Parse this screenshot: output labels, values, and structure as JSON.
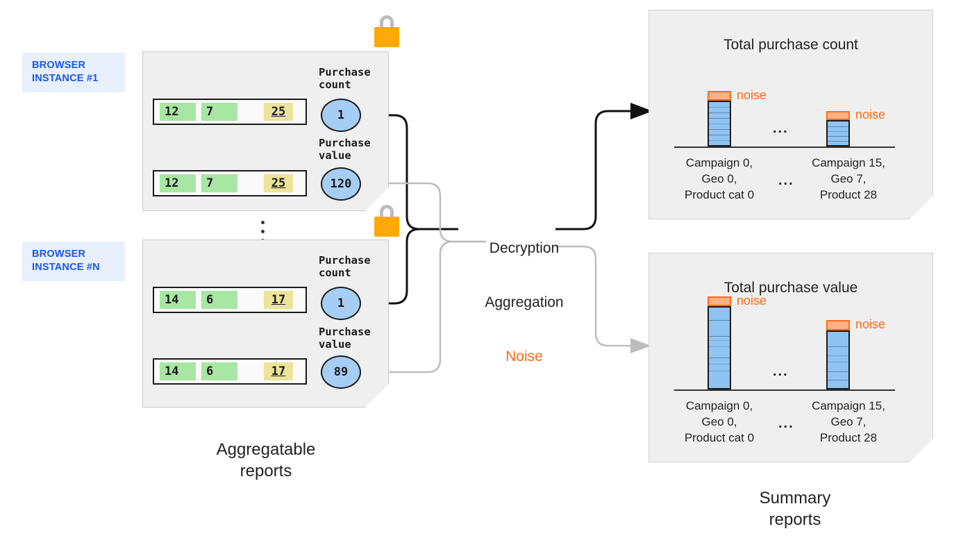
{
  "diagram": {
    "title": "Aggregatable reports to summary reports",
    "colors": {
      "accent_blue": "#1a56e8",
      "tag_bg": "#e8f0fe",
      "panel_bg": "#efefef",
      "bubble_blue": "#a6cef5",
      "bar_blue": "#8fc3f0",
      "noise_orange": "#ff6a13",
      "noise_fill": "#ffb184",
      "cell_green": "#a8e6a3",
      "cell_yellow": "#ece49a",
      "lock_body": "#ffa809",
      "lock_shackle": "#bdbdbd"
    }
  },
  "browser_instances": [
    {
      "tag": "BROWSER\nINSTANCE #1",
      "lock_icon": "lock-icon",
      "rows": [
        {
          "cells": [
            "12",
            "7",
            "25"
          ]
        },
        {
          "cells": [
            "12",
            "7",
            "25"
          ]
        }
      ],
      "metrics": [
        {
          "label": "Purchase\ncount",
          "value": "1"
        },
        {
          "label": "Purchase\nvalue",
          "value": "120"
        }
      ]
    },
    {
      "tag": "BROWSER\nINSTANCE #N",
      "lock_icon": "lock-icon",
      "rows": [
        {
          "cells": [
            "14",
            "6",
            "17"
          ]
        },
        {
          "cells": [
            "14",
            "6",
            "17"
          ]
        }
      ],
      "metrics": [
        {
          "label": "Purchase\ncount",
          "value": "1"
        },
        {
          "label": "Purchase\nvalue",
          "value": "89"
        }
      ]
    }
  ],
  "instances_ellipsis": "vertical-ellipsis",
  "process": {
    "line1": "Decryption",
    "line2": "Aggregation",
    "line3": "Noise"
  },
  "captions": {
    "left": "Aggregatable\nreports",
    "right": "Summary\nreports"
  },
  "chart_data": [
    {
      "type": "bar",
      "title": "Total purchase count",
      "categories": [
        "Campaign 0,\nGeo 0,\nProduct cat 0",
        "Campaign 15,\nGeo 7,\nProduct 28"
      ],
      "values": [
        100,
        62
      ],
      "noise": [
        11,
        11
      ],
      "noise_label": "noise",
      "ellipsis": "...",
      "xlabel": "",
      "ylabel": "",
      "grid": false,
      "segments": [
        [
          12,
          12,
          12,
          12,
          12,
          12,
          12,
          16
        ],
        [
          13,
          13,
          13,
          12,
          11
        ]
      ]
    },
    {
      "type": "bar",
      "title": "Total purchase value",
      "categories": [
        "Campaign 0,\nGeo 0,\nProduct cat 0",
        "Campaign 15,\nGeo 7,\nProduct 28"
      ],
      "values": [
        116,
        84
      ],
      "noise": [
        11,
        12
      ],
      "noise_label": "noise",
      "ellipsis": "...",
      "xlabel": "",
      "ylabel": "",
      "grid": false,
      "segments": [
        [
          18,
          23,
          6,
          9,
          16,
          9,
          10,
          25
        ],
        [
          21,
          13,
          9,
          14,
          12,
          15
        ]
      ]
    }
  ]
}
